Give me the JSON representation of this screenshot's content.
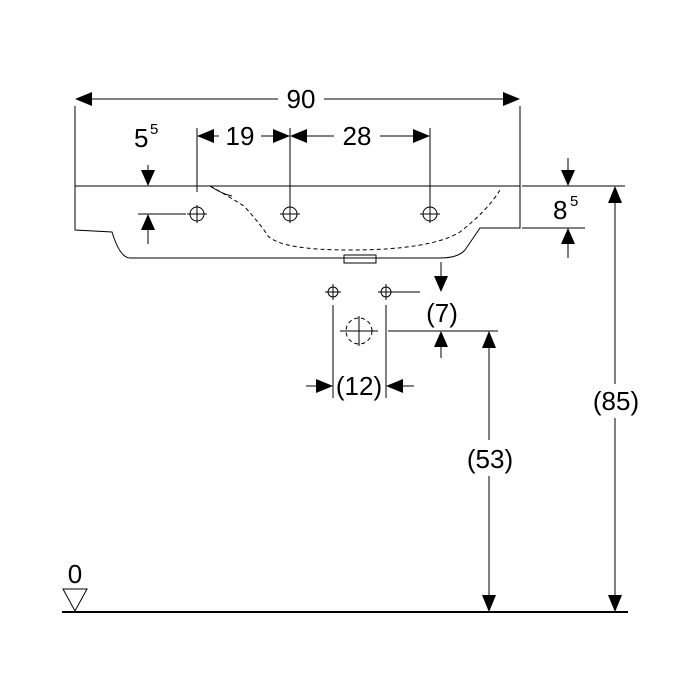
{
  "dimensions": {
    "overall_width": "90",
    "hole_spacing_left": "19",
    "hole_spacing_right": "28",
    "hole_offset_main": "5",
    "hole_offset_sup": "5",
    "basin_height_main": "8",
    "basin_height_sup": "5",
    "drain_drop": "(7)",
    "drain_spacing": "(12)",
    "drain_height": "(53)",
    "total_height": "(85)",
    "floor_level": "0"
  },
  "colors": {
    "line": "#000000",
    "background": "#ffffff"
  }
}
